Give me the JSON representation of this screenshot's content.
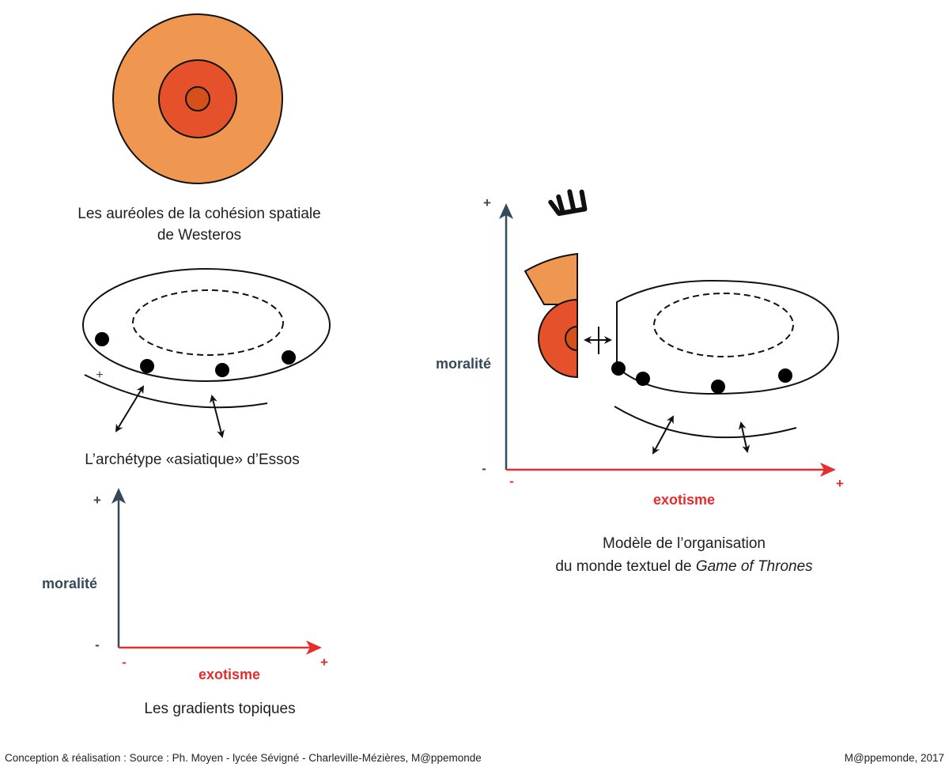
{
  "colors": {
    "outer_halo": "#ef9650",
    "middle_halo": "#e5512a",
    "core": "#d6501c",
    "stroke": "#111111",
    "axis_vertical": "#34495a",
    "axis_horizontal": "#e52d2d",
    "dot": "#000000"
  },
  "panel_westeros": {
    "caption_line1": "Les auréoles de la cohésion spatiale",
    "caption_line2": "de Westeros"
  },
  "panel_essos": {
    "plus_label": "+",
    "caption": "L’archétype «asiatique» d’Essos"
  },
  "panel_gradients": {
    "y_axis_label": "moralité",
    "x_axis_label": "exotisme",
    "y_plus": "+",
    "y_minus": "-",
    "x_minus": "-",
    "x_plus": "+",
    "caption": "Les gradients topiques"
  },
  "panel_model": {
    "y_axis_label": "moralité",
    "x_axis_label": "exotisme",
    "y_plus": "+",
    "y_minus": "-",
    "x_minus": "-",
    "x_plus": "+",
    "crown_icon": "crown-icon",
    "caption_line1": "Modèle de l’organisation",
    "caption_line2_prefix": "du monde textuel de ",
    "caption_line2_italic": "Game of Thrones"
  },
  "footer": {
    "left": "Conception & réalisation : Source : Ph. Moyen - lycée Sévigné - Charleville-Mézières, M@ppemonde",
    "right": "M@ppemonde, 2017"
  }
}
